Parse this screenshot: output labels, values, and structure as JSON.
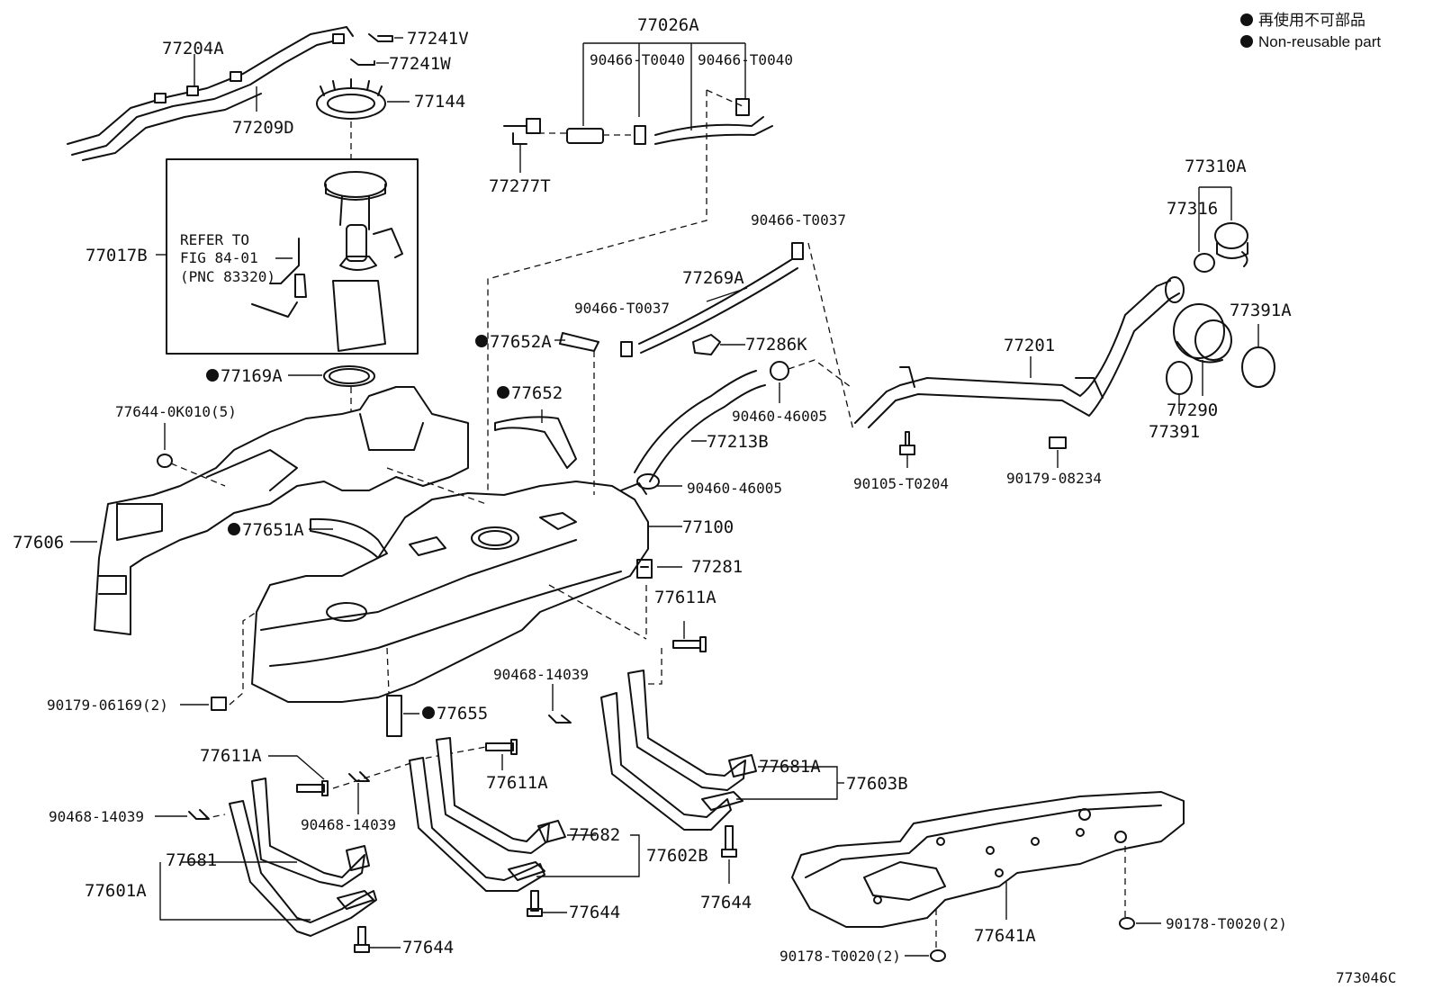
{
  "legend": {
    "line1": "再使用不可部品",
    "line2": "Non-reusable part"
  },
  "figure_code": "773046C",
  "refer_note": {
    "line1": "REFER TO",
    "line2": "FIG 84-01",
    "line3": "(PNC 83320)"
  },
  "labels": {
    "p77204A": "77204A",
    "p77241V": "77241V",
    "p77241W": "77241W",
    "p77144": "77144",
    "p77209D": "77209D",
    "p77017B": "77017B",
    "p77026A": "77026A",
    "p90466T0040a": "90466-T0040",
    "p90466T0040b": "90466-T0040",
    "p77277T": "77277T",
    "p90466T0037a": "90466-T0037",
    "p90466T0037b": "90466-T0037",
    "p77269A": "77269A",
    "p77286K": "77286K",
    "p77310A": "77310A",
    "p77316": "77316",
    "p77391A": "77391A",
    "p77201": "77201",
    "p77290": "77290",
    "p77391": "77391",
    "p90460_46005a": "90460-46005",
    "p90460_46005b": "90460-46005",
    "p77213B": "77213B",
    "p90105T0204": "90105-T0204",
    "p90179_08234": "90179-08234",
    "p77652A": "77652A",
    "p77169A": "77169A",
    "p77652": "77652",
    "p77644_0K010": "77644-0K010(5)",
    "p77606": "77606",
    "p77651A": "77651A",
    "p77100": "77100",
    "p77281": "77281",
    "p77611Aa": "77611A",
    "p90468_14039a": "90468-14039",
    "p90179_06169": "90179-06169(2)",
    "p77655": "77655",
    "p77611Ab": "77611A",
    "p77611Ac": "77611A",
    "p90468_14039b": "90468-14039",
    "p90468_14039c": "90468-14039",
    "p77681A": "77681A",
    "p77603B": "77603B",
    "p77682": "77682",
    "p77602B": "77602B",
    "p77681": "77681",
    "p77601A": "77601A",
    "p77644a": "77644",
    "p77644b": "77644",
    "p77644c": "77644",
    "p77641A": "77641A",
    "p90178T0020a": "90178-T0020(2)",
    "p90178T0020b": "90178-T0020(2)"
  }
}
